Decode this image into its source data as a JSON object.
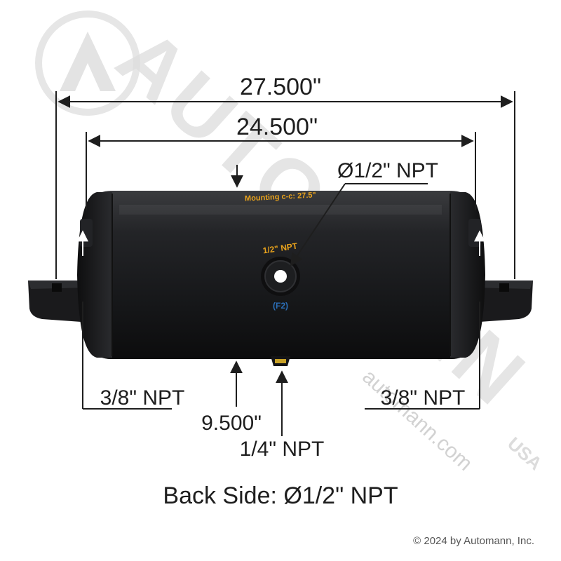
{
  "dimensions": {
    "overall_length": "27.500\"",
    "mounting_length": "24.500\"",
    "center_port": "Ø1/2\" NPT",
    "left_port": "3/8\" NPT",
    "right_port": "3/8\" NPT",
    "mount_offset": "9.500\"",
    "bottom_port": "1/4\" NPT",
    "back_side": "Back Side: Ø1/2\" NPT"
  },
  "tank_markings": {
    "mounting_text": "Mounting c-c: 27.5\"",
    "port_text": "1/2\" NPT",
    "port_code": "(F2)"
  },
  "watermark": {
    "brand": "AUTOMANN",
    "suffix": "USA",
    "website": "automann.com"
  },
  "copyright": "© 2024 by Automann, Inc.",
  "colors": {
    "tank_body": "#1b1c1e",
    "dimension_line": "#1e1e1e",
    "marking_yellow": "#e8a21c",
    "marking_blue": "#2b6fb8",
    "watermark": "#d9d9d9"
  }
}
